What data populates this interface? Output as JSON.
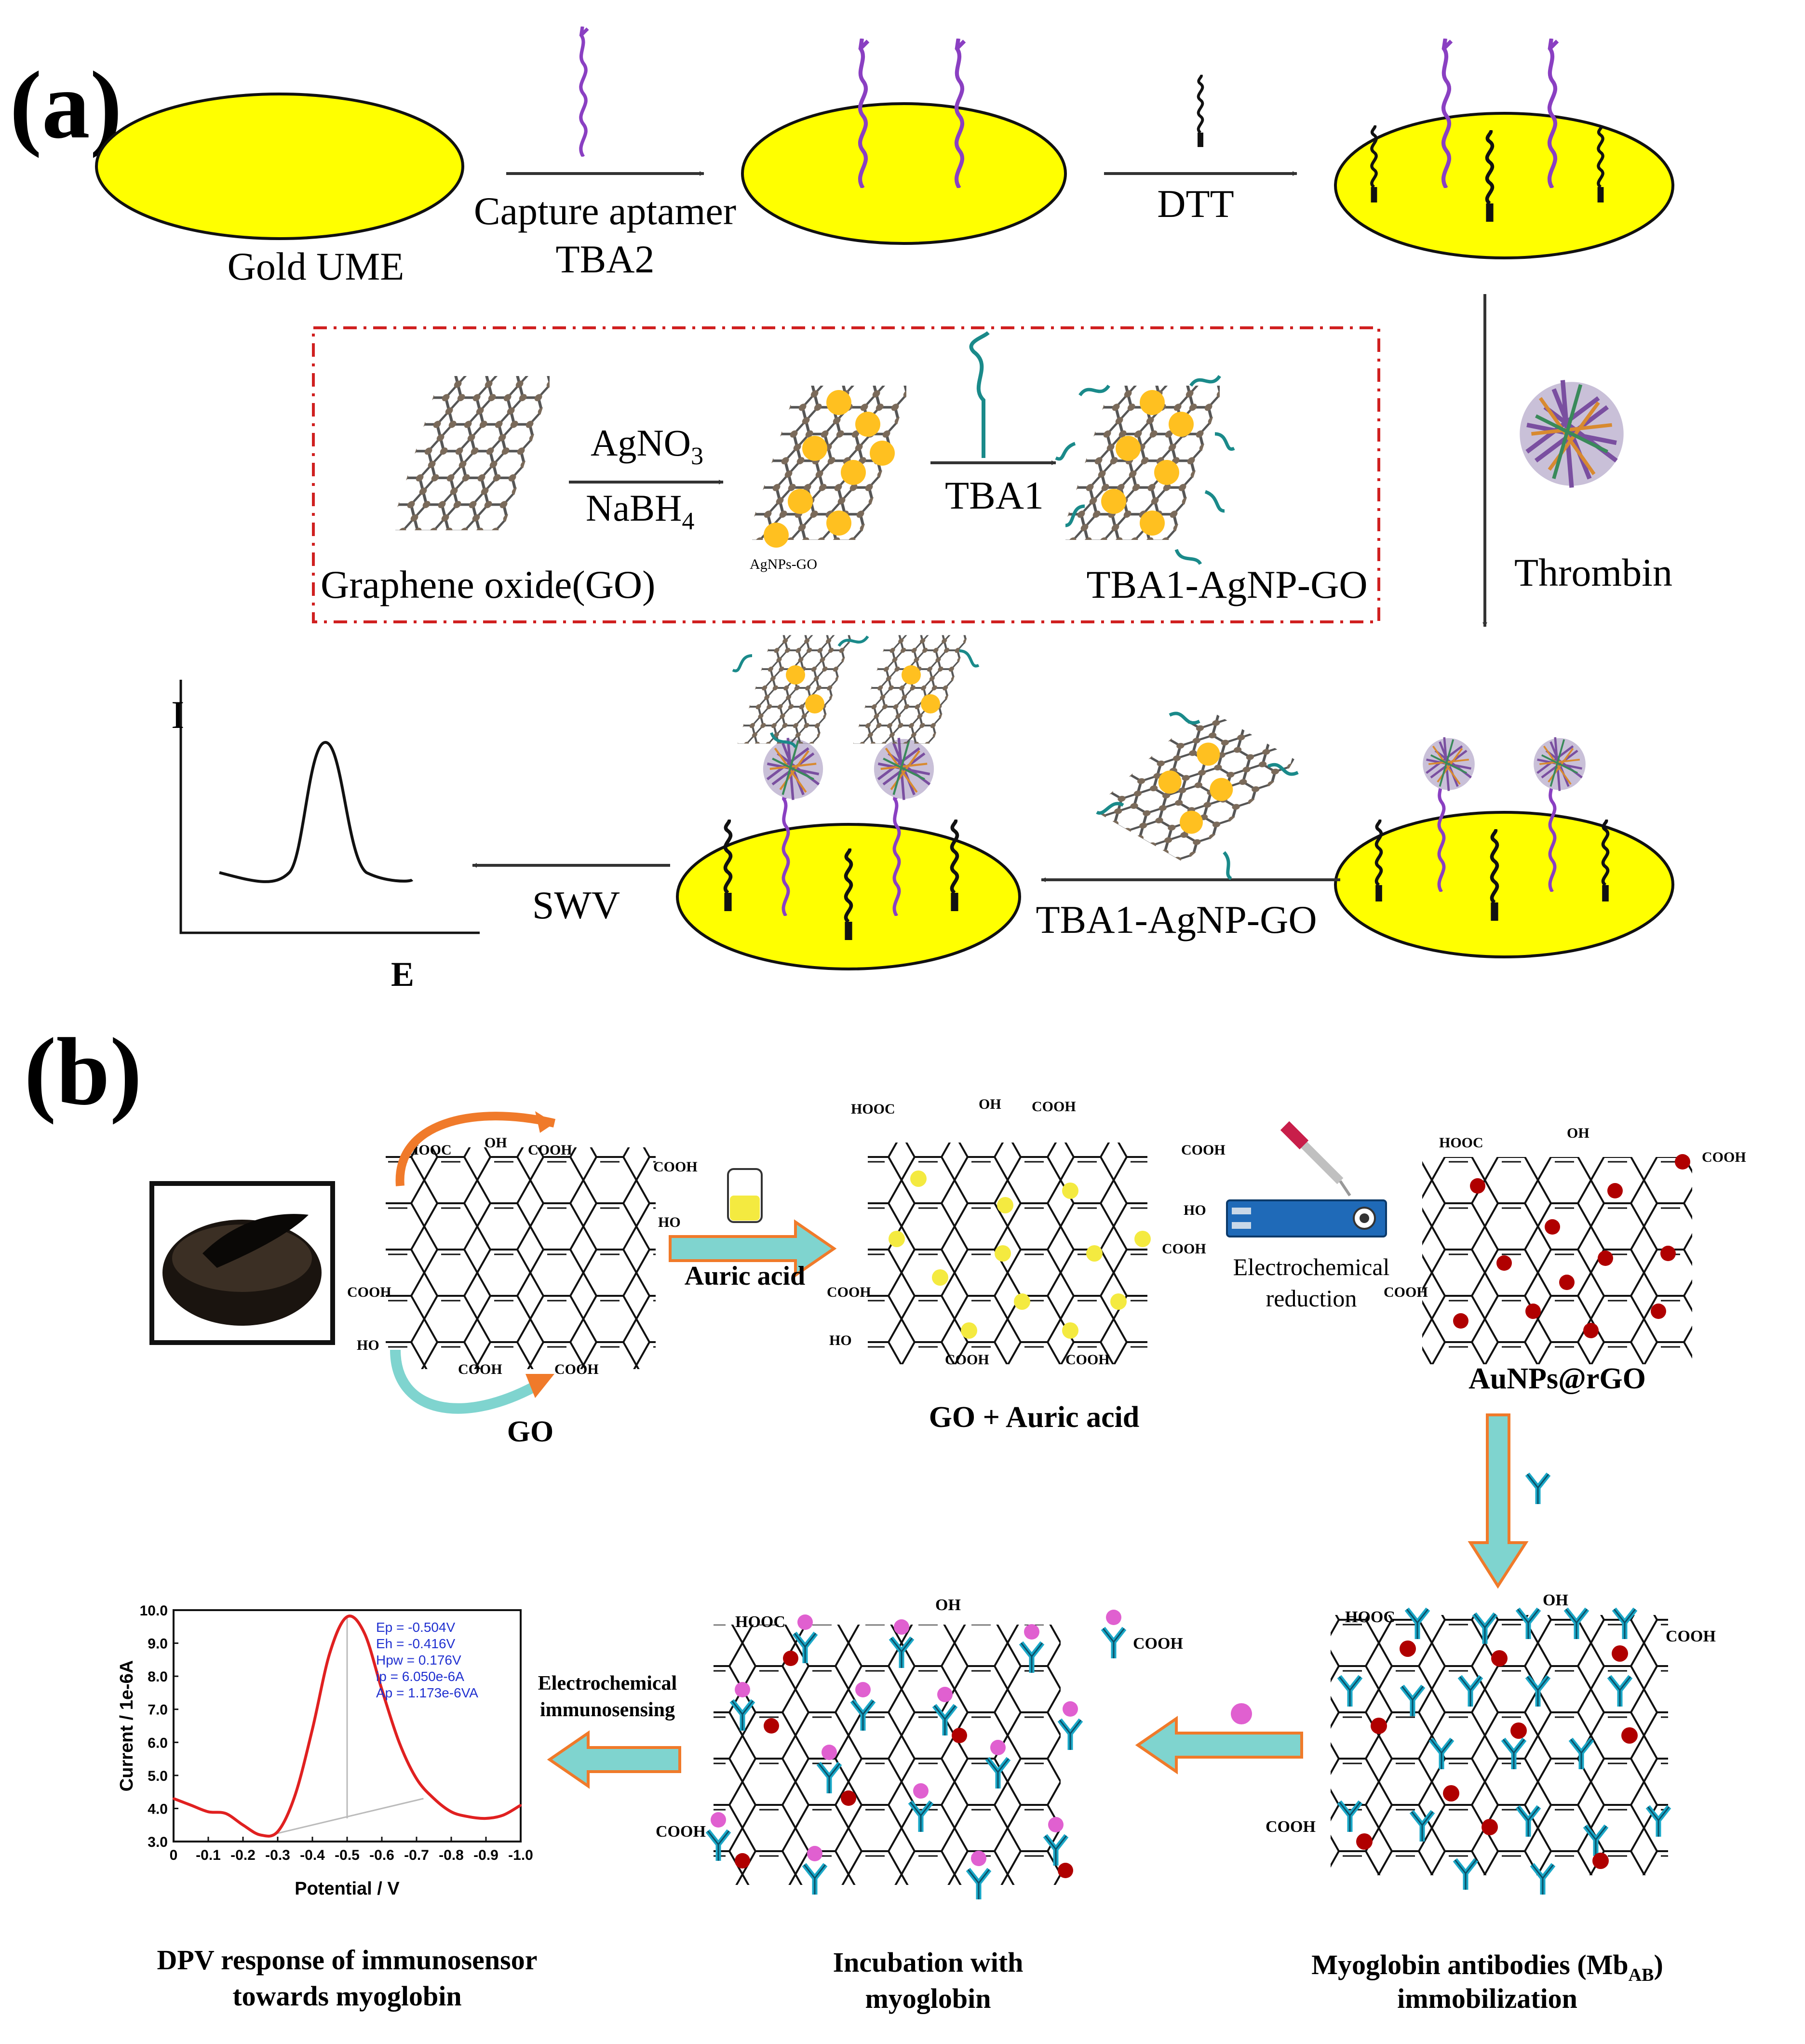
{
  "panel_a": {
    "label": "(a)",
    "electrode_label": "Gold UME",
    "step1_line1": "Capture aptamer",
    "step1_line2": "TBA2",
    "step2": "DTT",
    "inset_go": "Graphene oxide(GO)",
    "inset_reagent1": "AgNO",
    "inset_reagent1_sub": "3",
    "inset_reagent2": "NaBH",
    "inset_reagent2_sub": "4",
    "inset_agnps_caption": "AgNPs-GO",
    "inset_tba1": "TBA1",
    "inset_product": "TBA1-AgNP-GO",
    "step3": "Thrombin",
    "step4": "TBA1-AgNP-GO",
    "step5": "SWV",
    "axis_i": "I",
    "axis_e": "E"
  },
  "panel_b": {
    "label": "(b)",
    "go_label": "GO",
    "step1": "Auric acid",
    "intermediate": "GO + Auric acid",
    "step2_line1": "Electrochemical",
    "step2_line2": "reduction",
    "product": "AuNPs@rGO",
    "antibody_caption_line1": "Myoglobin antibodies (Mb",
    "antibody_caption_sub": "AB",
    "antibody_caption_close": ")",
    "antibody_caption_line2": "immobilization",
    "incubation_line1": "Incubation with",
    "incubation_line2": "myoglobin",
    "sensing_line1": "Electrochemical",
    "sensing_line2": "immunosensing",
    "dpv_line1": "DPV response of immunosensor",
    "dpv_line2": "towards  myoglobin",
    "groups": {
      "hooc": "HOOC",
      "cooh": "COOH",
      "oh": "OH",
      "ho": "HO"
    }
  },
  "chart_data": {
    "type": "line",
    "xlabel": "Potential / V",
    "ylabel": "Current / 1e-6A",
    "xlim": [
      0,
      -1.0
    ],
    "ylim": [
      3.0,
      10.0
    ],
    "xticks": [
      "0",
      "-0.1",
      "-0.2",
      "-0.3",
      "-0.4",
      "-0.5",
      "-0.6",
      "-0.7",
      "-0.8",
      "-0.9",
      "-1.0"
    ],
    "yticks": [
      "3.0",
      "4.0",
      "5.0",
      "6.0",
      "7.0",
      "8.0",
      "9.0",
      "10.0"
    ],
    "annotations": [
      "Ep = -0.504V",
      "Eh = -0.416V",
      "Hpw = 0.176V",
      "ip = 6.050e-6A",
      "Ap = 1.173e-6VA"
    ],
    "series": [
      {
        "color": "#e02020",
        "x": [
          0,
          -0.05,
          -0.1,
          -0.15,
          -0.2,
          -0.25,
          -0.3,
          -0.35,
          -0.4,
          -0.45,
          -0.5,
          -0.55,
          -0.6,
          -0.65,
          -0.7,
          -0.75,
          -0.8,
          -0.85,
          -0.9,
          -0.95,
          -1.0
        ],
        "y": [
          4.3,
          4.1,
          3.9,
          3.85,
          3.5,
          3.2,
          3.3,
          4.4,
          6.4,
          8.7,
          9.8,
          9.3,
          7.6,
          6.0,
          4.9,
          4.3,
          3.9,
          3.75,
          3.7,
          3.8,
          4.1
        ]
      }
    ],
    "baseline": {
      "x": [
        -0.28,
        -0.72
      ],
      "y": [
        3.2,
        4.3
      ]
    },
    "peak_line": {
      "x": -0.5,
      "y": [
        3.7,
        9.8
      ]
    }
  },
  "colors": {
    "gold": "#ffff00",
    "aptamer_purple": "#8a3fc2",
    "cyan_arrow": "#7fd4cf",
    "orange_arrow": "#f07a2a",
    "nanoparticle_red": "#b00000",
    "antigen_magenta": "#e060d0",
    "antibody_blue": "#1aa8c8",
    "dashed_box_red": "#d02020",
    "silver_particle": "#ffc020"
  }
}
